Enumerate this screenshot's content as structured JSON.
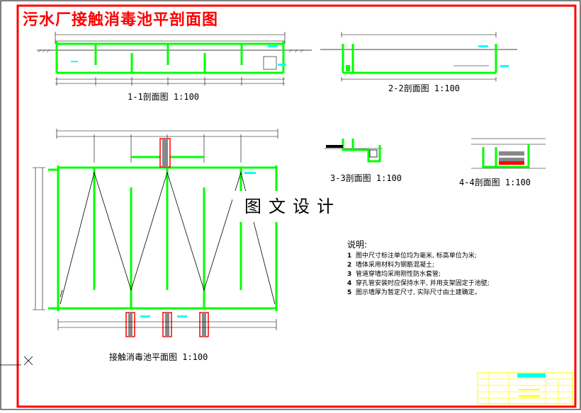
{
  "title": "污水厂接触消毒池平剖面图",
  "captions": {
    "section_1_1": "1-1剖面图 1:100",
    "section_2_2": "2-2剖面图 1:100",
    "section_3_3": "3-3剖面图 1:100",
    "section_4_4": "4-4剖面图 1:100",
    "plan_view": "接触消毒池平面图 1:100"
  },
  "watermark": "图文设计",
  "notes": {
    "heading": "说明:",
    "items": [
      {
        "num": "1",
        "text": "图中尺寸标注单位均为毫米, 标高单位为米;"
      },
      {
        "num": "2",
        "text": "墙体采用材料为钢筋混凝土;"
      },
      {
        "num": "3",
        "text": "管道穿墙均采用刚性防水套管;"
      },
      {
        "num": "4",
        "text": "穿孔管安装时应保持水平, 并用支架固定于池壁;"
      },
      {
        "num": "5",
        "text": "图示墙厚为暂定尺寸, 实际尺寸由土建确定。"
      }
    ]
  },
  "colors": {
    "border": "#ff0000",
    "structure": "#00ff00",
    "pipe": "#ff0000",
    "dim": "#000000",
    "accent": "#00ffff",
    "titleblock": "#ffff00"
  }
}
